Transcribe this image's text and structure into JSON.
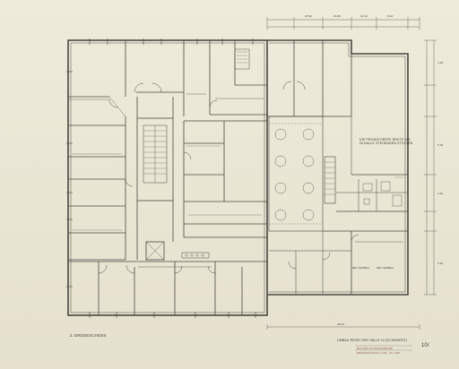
{
  "drawing": {
    "floor_label": "2. ERDGESCHOSS",
    "annotation_hall": "DIE PROJEKTIERTE REKTE DIE IN HALLE STEHENDEN STÜTZEN",
    "annotation_room_a": "NEU EINBAU",
    "annotation_room_b": "NEU EINBAU",
    "title_line": "UMBAU REVIE DER HALLE 12 (ECHWARDT)",
    "stamp_line_1": "BAUAMT-PLANUNGSBÜRO",
    "stamp_line_2": "ERDGESCHOSS 1:100 · M 1:100",
    "sheet_number": "10/"
  },
  "dimensions": {
    "top": [
      "20.90",
      "16.80",
      "12.20",
      "8.40"
    ],
    "right": [
      "4.20",
      "5.30",
      "4.10",
      "6.20"
    ],
    "bottom": [
      "48.20"
    ]
  },
  "colors": {
    "paper": "#ebe7d6",
    "ink": "#4a4740",
    "faint_ink": "#8a877e"
  }
}
